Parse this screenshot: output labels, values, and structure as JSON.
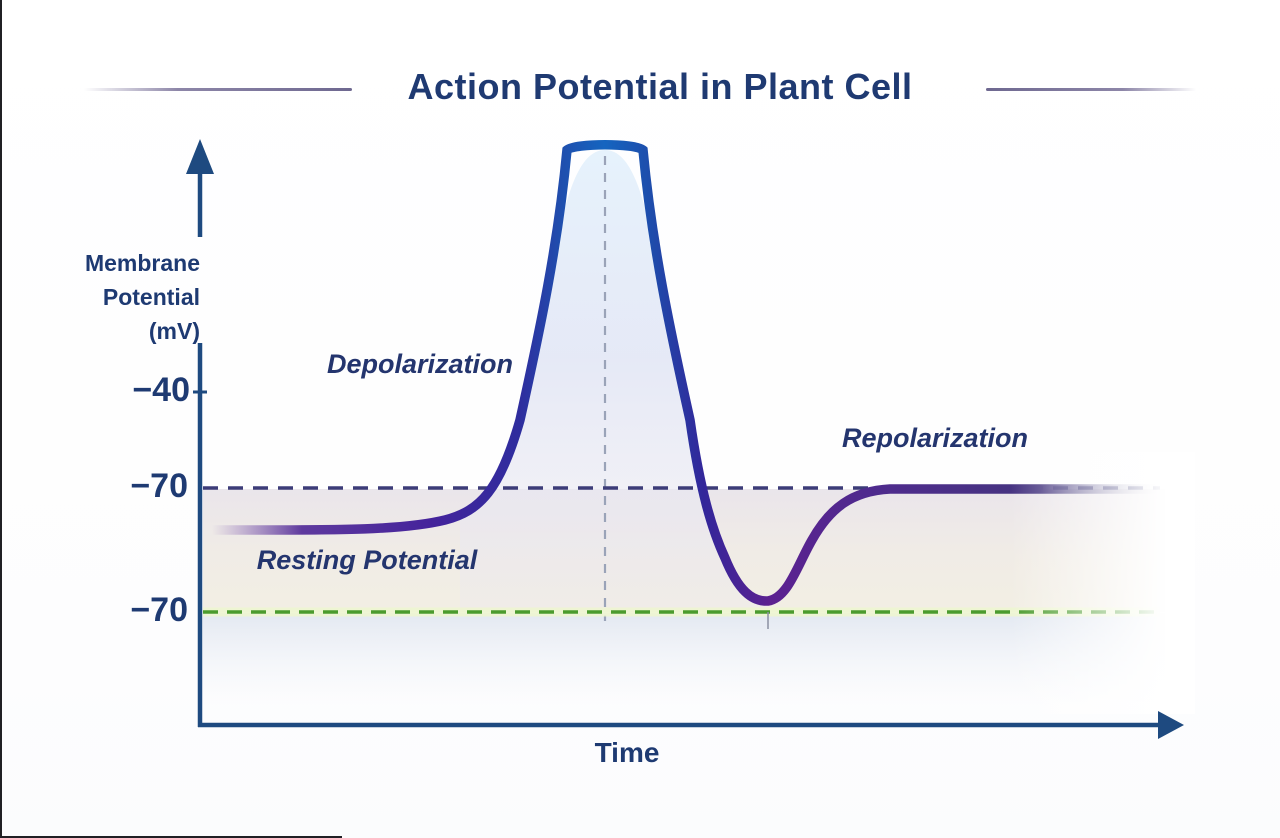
{
  "header": {
    "title": "Action Potential in Plant Cell"
  },
  "axis": {
    "y_label_lines": [
      "Membrane",
      "Potential",
      "(mV)"
    ],
    "y_label_full": "Membrane Potential (mV)",
    "x_label": "Time",
    "y_ticks": [
      "−40",
      "−70",
      "−70"
    ]
  },
  "labels": {
    "depolarization": "Depolarization",
    "repolarization": "Repolarization",
    "resting": "Resting Potential"
  },
  "colors": {
    "title_text": "#1f3a72",
    "axis": "#1e4a80",
    "dashed_reference_navy": "#3c3c78",
    "dashed_reference_green": "#4b9b2e",
    "vertical_guide": "#9aa3b8",
    "curve_peak_blue": "#1565c0",
    "curve_purple": "#5c2190",
    "bell_fill_top": "#e8f3fc"
  },
  "chart_data": {
    "type": "line",
    "title": "Action Potential in Plant Cell",
    "xlabel": "Time",
    "ylabel": "Membrane Potential (mV)",
    "grid": false,
    "legend": null,
    "y_axis_tick_labels": [
      "-40",
      "-70",
      "-70"
    ],
    "x_axis_tick_labels": [],
    "reference_lines": [
      {
        "label": "-70",
        "style": "dashed",
        "color": "#3c3c78",
        "role": "resting-level-upper"
      },
      {
        "label": "-70",
        "style": "dashed",
        "color": "#4b9b2e",
        "role": "hyperpolarization-floor"
      }
    ],
    "vertical_guide": {
      "style": "dashed",
      "x_at": "peak",
      "color": "#9aa3b8"
    },
    "series": [
      {
        "name": "Membrane potential",
        "x_arbitrary_time": [
          0,
          1.8,
          2.4,
          2.9,
          3.3,
          3.7,
          4.0,
          4.35,
          4.7,
          5.0,
          5.3,
          5.65,
          6.0,
          6.5,
          7.2,
          8.0,
          10
        ],
        "y_mV_estimated": [
          -83,
          -83,
          -80,
          -70,
          -45,
          -5,
          36,
          -5,
          -50,
          -80,
          -101,
          -105,
          -96,
          -78,
          -71,
          -70,
          -70
        ]
      }
    ],
    "annotations": [
      "Depolarization",
      "Resting Potential",
      "Repolarization"
    ]
  }
}
